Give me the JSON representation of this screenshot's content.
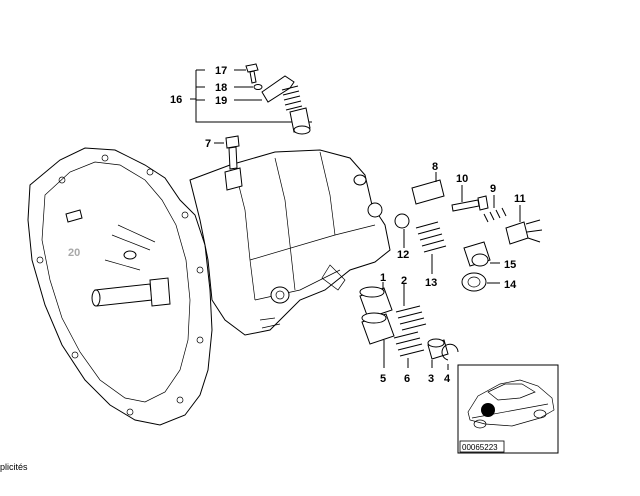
{
  "callouts": {
    "c1": "1",
    "c2": "2",
    "c3": "3",
    "c4": "4",
    "c5": "5",
    "c6": "6",
    "c7": "7",
    "c8": "8",
    "c9": "9",
    "c10": "10",
    "c11": "11",
    "c12": "12",
    "c13": "13",
    "c14": "14",
    "c15": "15",
    "c16": "16",
    "c17": "17",
    "c18": "18",
    "c19": "19",
    "c20": "20"
  },
  "reference_number": "00065223",
  "footer_text": "plicités",
  "colors": {
    "line": "#000000",
    "muted_callout": "#a8a8a8",
    "background": "#ffffff"
  }
}
